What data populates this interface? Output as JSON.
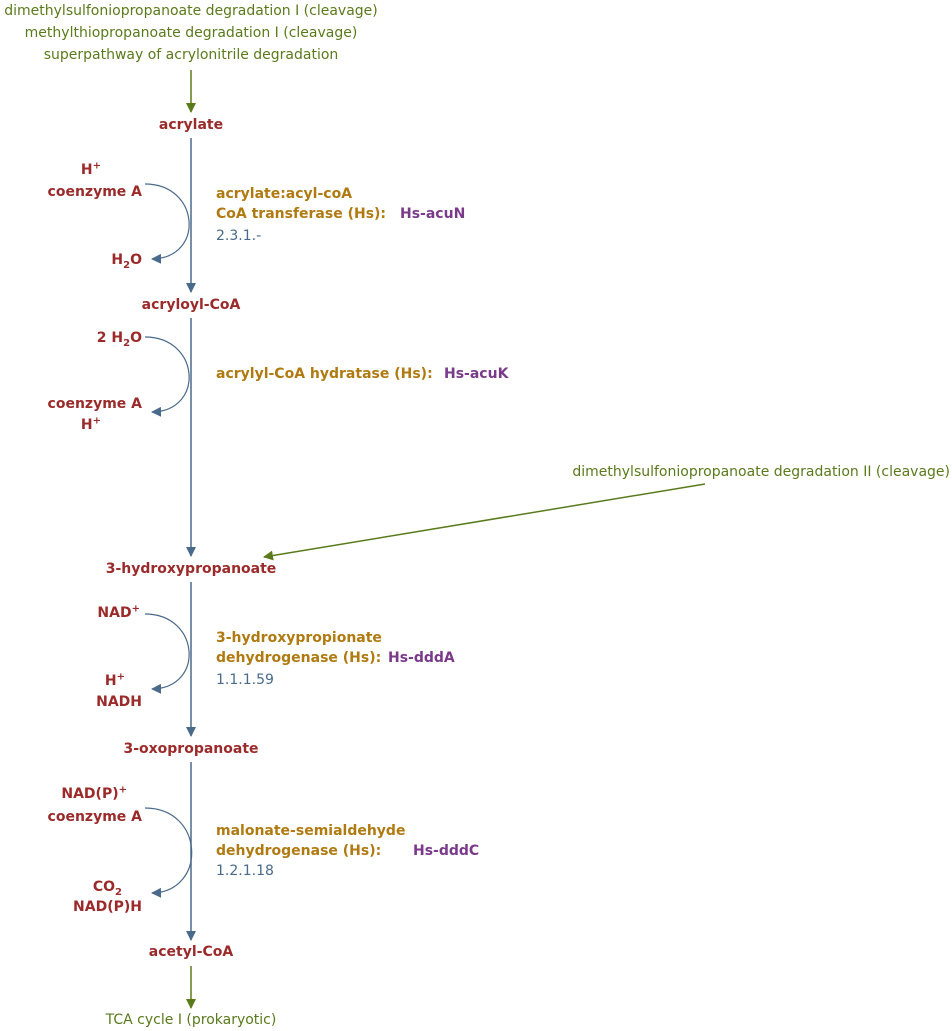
{
  "upstream_pathways": [
    "dimethylsulfoniopropanoate degradation I (cleavage)",
    "methylthiopropanoate degradation I (cleavage)",
    "superpathway of acrylonitrile degradation"
  ],
  "side_pathway": "dimethylsulfoniopropanoate degradation II (cleavage)",
  "downstream_pathway": "TCA cycle I (prokaryotic)",
  "compounds": {
    "acrylate": "acrylate",
    "acryloyl_coa": "acryloyl-CoA",
    "hydroxypropanoate": "3-hydroxypropanoate",
    "oxopropanoate": "3-oxopropanoate",
    "acetyl_coa": "acetyl-CoA"
  },
  "steps": [
    {
      "inputs": [
        {
          "base": "H",
          "sup": "+"
        },
        {
          "base": "coenzyme A"
        }
      ],
      "outputs": [
        {
          "base": "H",
          "sub": "2",
          "tail": "O"
        }
      ],
      "enzyme_lines": [
        "acrylate:acyl-coA",
        "CoA transferase (Hs):"
      ],
      "gene": "Hs-acuN",
      "ec": "2.3.1.-"
    },
    {
      "inputs": [
        {
          "base": "2 H",
          "sub": "2",
          "tail": "O"
        }
      ],
      "outputs": [
        {
          "base": "coenzyme A"
        },
        {
          "base": "H",
          "sup": "+"
        }
      ],
      "enzyme_lines": [
        "acrylyl-CoA hydratase (Hs):"
      ],
      "gene": "Hs-acuK",
      "ec": ""
    },
    {
      "inputs": [
        {
          "base": "NAD",
          "sup": "+"
        }
      ],
      "outputs": [
        {
          "base": "H",
          "sup": "+"
        },
        {
          "base": "NADH"
        }
      ],
      "enzyme_lines": [
        "3-hydroxypropionate",
        "dehydrogenase (Hs):"
      ],
      "gene": "Hs-dddA",
      "ec": "1.1.1.59"
    },
    {
      "inputs": [
        {
          "base": "NAD(P)",
          "sup": "+"
        },
        {
          "base": "coenzyme A"
        }
      ],
      "outputs": [
        {
          "base": "CO",
          "sub": "2"
        },
        {
          "base": "NAD(P)H"
        }
      ],
      "enzyme_lines": [
        "malonate-semialdehyde",
        "dehydrogenase (Hs):"
      ],
      "gene": "Hs-dddC",
      "ec": "1.2.1.18"
    }
  ],
  "colors": {
    "pathway_link": "#5a7a1c",
    "compound": "#9b2a2a",
    "enzyme": "#b07a10",
    "gene": "#7a3a8a",
    "ec_number": "#4a6a8c",
    "main_arrow": "#4a6a8c"
  }
}
